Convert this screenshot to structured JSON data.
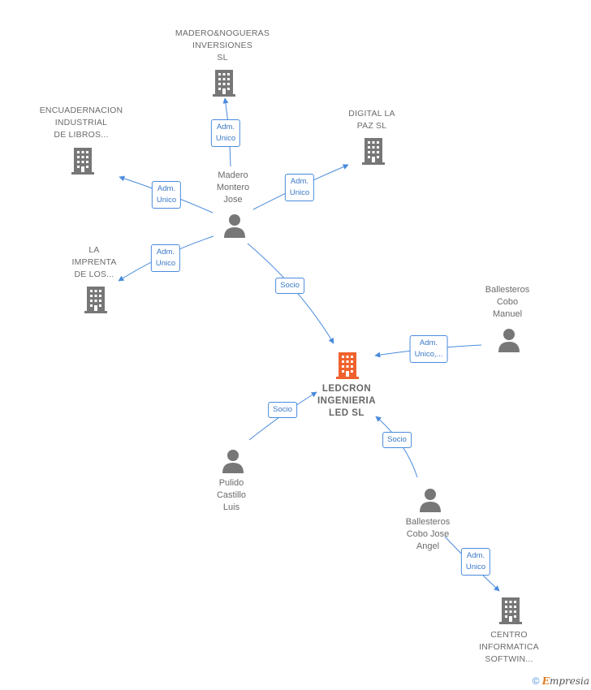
{
  "nodes": {
    "madero_nogueras": {
      "label": "MADERO&NOGUERAS\nINVERSIONES\nSL",
      "kind": "company"
    },
    "encuadernacion": {
      "label": "ENCUADERNACION\nINDUSTRIAL\nDE LIBROS...",
      "kind": "company"
    },
    "digital_la_paz": {
      "label": "DIGITAL LA\nPAZ  SL",
      "kind": "company"
    },
    "la_imprenta": {
      "label": "LA\nIMPRENTA\nDE LOS...",
      "kind": "company"
    },
    "madero_montero": {
      "label": "Madero\nMontero\nJose",
      "kind": "person"
    },
    "ledcron": {
      "label": "LEDCRON\nINGENIERIA\nLED  SL",
      "kind": "focal"
    },
    "ballesteros_manuel": {
      "label": "Ballesteros\nCobo\nManuel",
      "kind": "person"
    },
    "pulido_castillo": {
      "label": "Pulido\nCastillo\nLuis",
      "kind": "person"
    },
    "ballesteros_jose": {
      "label": "Ballesteros\nCobo Jose\nAngel",
      "kind": "person"
    },
    "centro_informatica": {
      "label": "CENTRO\nINFORMATICA\nSOFTWIN...",
      "kind": "company"
    }
  },
  "edges": [
    {
      "id": "e1",
      "label": "Adm.\nUnico"
    },
    {
      "id": "e2",
      "label": "Adm.\nUnico"
    },
    {
      "id": "e3",
      "label": "Adm.\nUnico"
    },
    {
      "id": "e4",
      "label": "Adm.\nUnico"
    },
    {
      "id": "e5",
      "label": "Socio"
    },
    {
      "id": "e6",
      "label": "Adm.\nUnico,..."
    },
    {
      "id": "e7",
      "label": "Socio"
    },
    {
      "id": "e8",
      "label": "Socio"
    },
    {
      "id": "e9",
      "label": "Adm.\nUnico"
    }
  ],
  "colors": {
    "edge": "#4a8bdc",
    "node_icon": "#777777",
    "focal_icon": "#f0622d"
  },
  "footer": {
    "copyright": "©",
    "brand_initial": "E",
    "brand_rest": "mpresia"
  }
}
